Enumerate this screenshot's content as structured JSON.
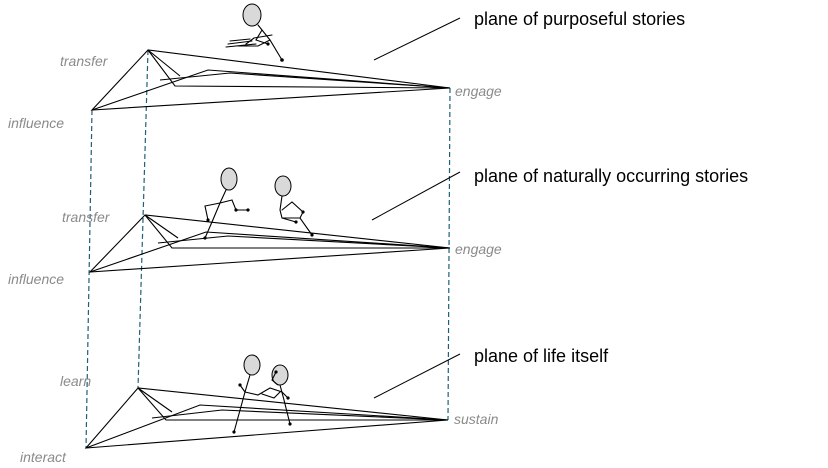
{
  "planes": [
    {
      "label": "plane of purposeful stories",
      "corners": {
        "back": "transfer",
        "front": "influence",
        "right": "engage"
      }
    },
    {
      "label": "plane of naturally occurring stories",
      "corners": {
        "back": "transfer",
        "front": "influence",
        "right": "engage"
      }
    },
    {
      "label": "plane of life itself",
      "corners": {
        "back": "learn",
        "front": "interact",
        "right": "sustain"
      }
    }
  ]
}
